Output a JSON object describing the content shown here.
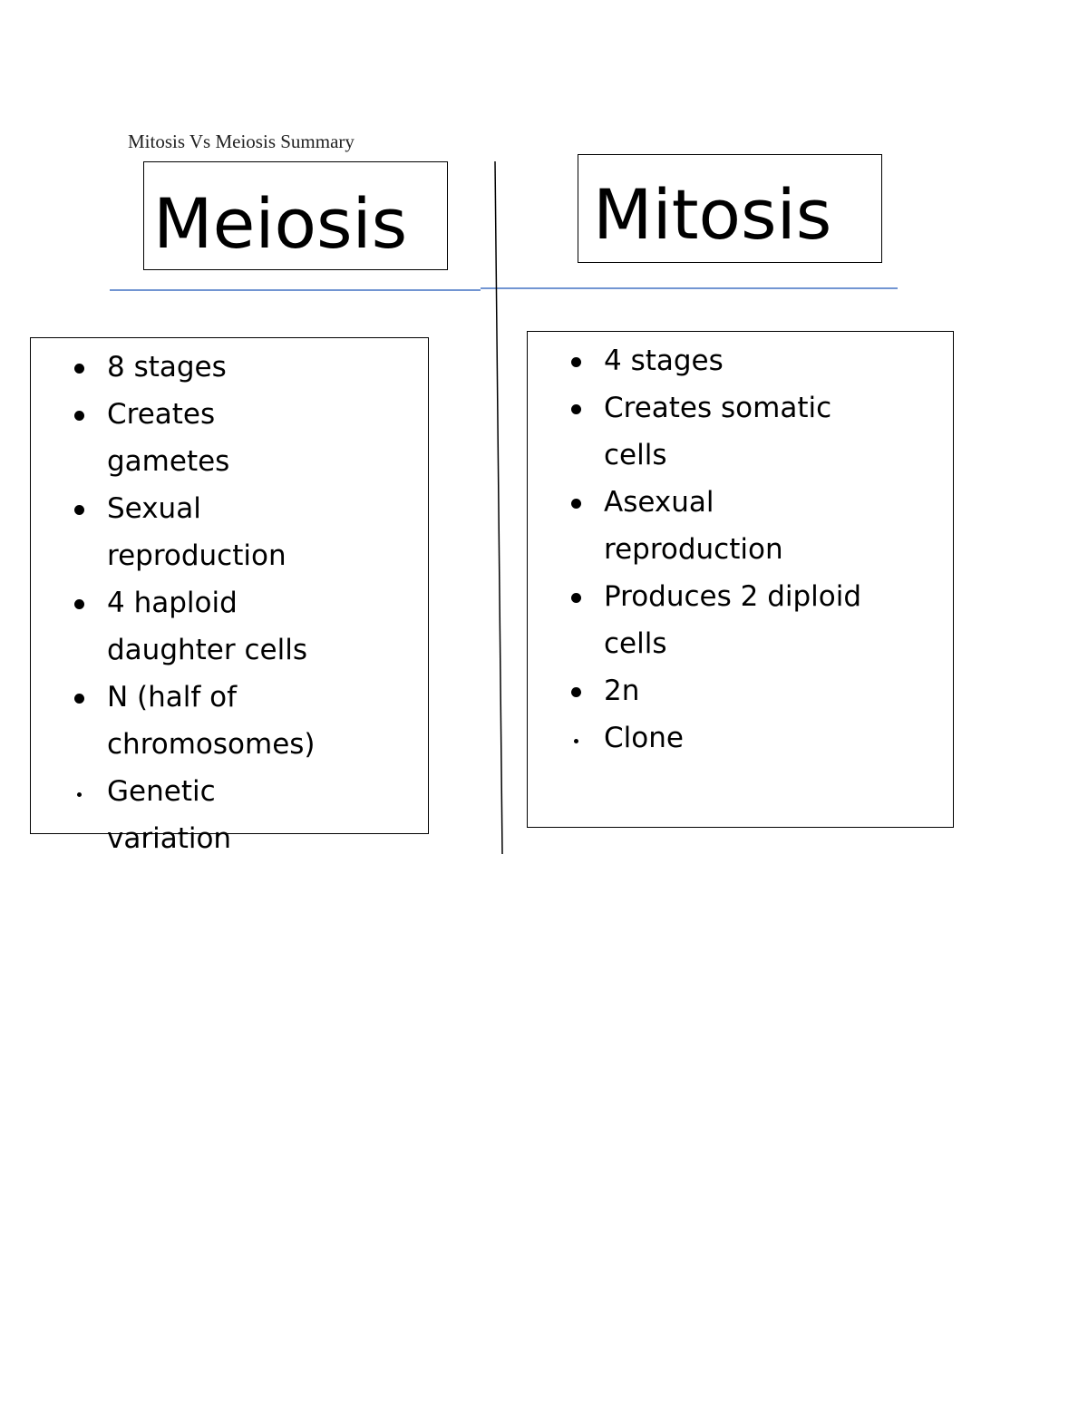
{
  "title": "Mitosis Vs Meiosis Summary",
  "meiosis": {
    "heading": "Meiosis",
    "items": [
      {
        "text": "8 stages",
        "bullet": "large"
      },
      {
        "text": "Creates gametes",
        "bullet": "large"
      },
      {
        "text": "Sexual reproduction",
        "bullet": "large"
      },
      {
        "text": "4 haploid daughter cells",
        "bullet": "large"
      },
      {
        "text": "N (half of chromosomes)",
        "bullet": "large"
      },
      {
        "text": "Genetic variation",
        "bullet": "small"
      }
    ]
  },
  "mitosis": {
    "heading": "Mitosis",
    "items": [
      {
        "text": "4 stages",
        "bullet": "large"
      },
      {
        "text": "Creates somatic cells",
        "bullet": "large"
      },
      {
        "text": "Asexual reproduction",
        "bullet": "large"
      },
      {
        "text": "Produces 2 diploid cells",
        "bullet": "large"
      },
      {
        "text": "2n",
        "bullet": "large"
      },
      {
        "text": "Clone",
        "bullet": "small"
      }
    ]
  },
  "colors": {
    "divider": "#4472c4"
  }
}
